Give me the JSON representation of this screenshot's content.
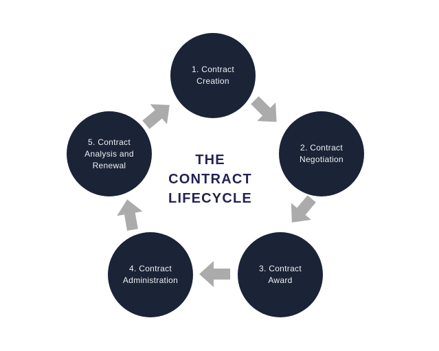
{
  "diagram": {
    "title_lines": [
      "THE",
      "CONTRACT",
      "LIFECYCLE"
    ],
    "steps": [
      {
        "label": "1. Contract\nCreation"
      },
      {
        "label": "2. Contract\nNegotiation"
      },
      {
        "label": "3. Contract\nAward"
      },
      {
        "label": "4. Contract\nAdministration"
      },
      {
        "label": "5. Contract\nAnalysis and\nRenewal"
      }
    ]
  },
  "colors": {
    "background": "#ffffff",
    "circle-fill": "#1b2337",
    "circle-text": "#eef0f2",
    "title-text": "#242253",
    "arrow-fill": "#ababab"
  }
}
